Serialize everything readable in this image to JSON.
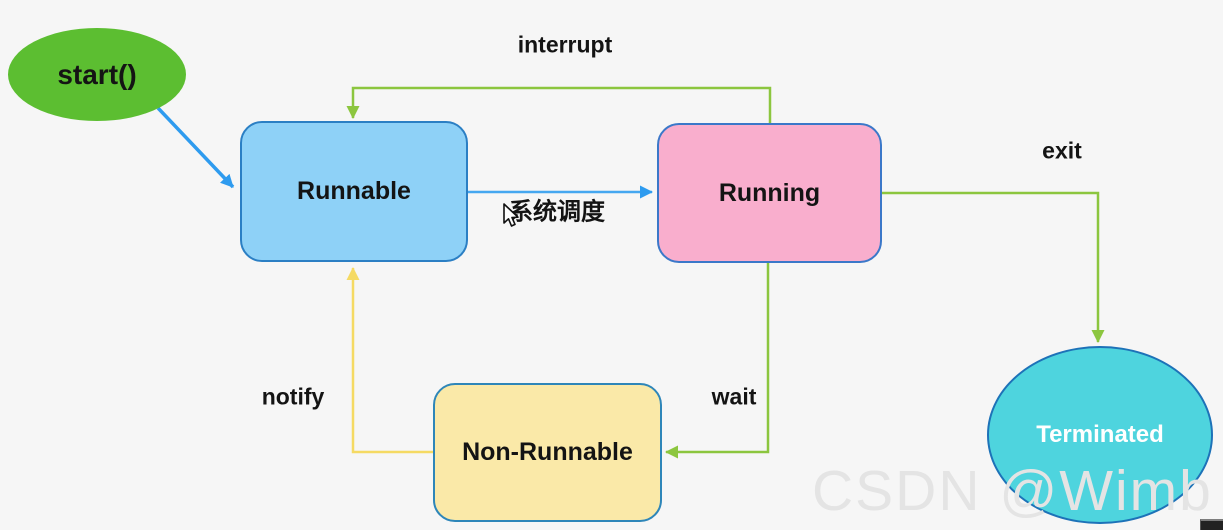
{
  "diagram": {
    "description": "Java thread state transition diagram",
    "nodes": {
      "start": {
        "label": "start()",
        "shape": "ellipse",
        "fill": "#5cbe31"
      },
      "runnable": {
        "label": "Runnable",
        "shape": "rounded-rect",
        "fill": "#8ed1f7",
        "border": "#2b7fc4"
      },
      "running": {
        "label": "Running",
        "shape": "rounded-rect",
        "fill": "#f9aecd",
        "border": "#3b78c9"
      },
      "non_runnable": {
        "label": "Non-Runnable",
        "shape": "rounded-rect",
        "fill": "#fae9a8",
        "border": "#2e86b9"
      },
      "terminated": {
        "label": "Terminated",
        "shape": "ellipse",
        "fill": "#4ed4de",
        "border": "#1d72b8"
      }
    },
    "edges": {
      "start_to_runnable": {
        "label": "",
        "from": "start",
        "to": "runnable",
        "color": "#2e9bef"
      },
      "interrupt": {
        "label": "interrupt",
        "from": "running",
        "to": "runnable",
        "color": "#8cc63f"
      },
      "schedule": {
        "label": "系统调度",
        "from": "runnable",
        "to": "running",
        "color": "#45a7f0"
      },
      "exit": {
        "label": "exit",
        "from": "running",
        "to": "terminated",
        "color": "#8cc63f"
      },
      "wait": {
        "label": "wait",
        "from": "running",
        "to": "non_runnable",
        "color": "#8cc63f"
      },
      "notify": {
        "label": "notify",
        "from": "non_runnable",
        "to": "runnable",
        "color": "#f5da63"
      }
    },
    "colors": {
      "background": "#f6f6f6",
      "label_text": "#141414",
      "terminated_text": "#ffffff",
      "watermark_text": "#e4e4e4"
    },
    "watermark": "CSDN @Wimb"
  }
}
